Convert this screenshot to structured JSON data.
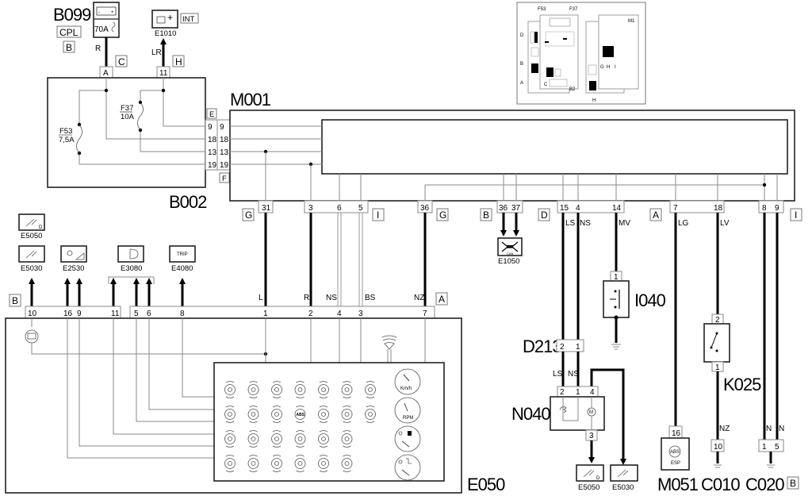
{
  "components": {
    "b099": {
      "id": "B099",
      "fuse": "70A"
    },
    "cpl": "CPL",
    "e1010": {
      "id": "E1010",
      "tag": "INT"
    },
    "b002": {
      "id": "B002",
      "f53": "F53",
      "f53_rating": "7,5A",
      "f37": "F37",
      "f37_rating": "10A"
    },
    "m001": {
      "id": "M001"
    },
    "e050": {
      "id": "E050"
    },
    "e1050": {
      "id": "E1050",
      "caption": "CAN"
    },
    "i040": {
      "id": "I040"
    },
    "d213": {
      "id": "D213"
    },
    "n040": {
      "id": "N040"
    },
    "k025": {
      "id": "K025"
    },
    "m051": {
      "id": "M051",
      "badge": "ABS",
      "caption": "ESP"
    },
    "c010": {
      "id": "C010"
    },
    "c020": {
      "id": "C020"
    },
    "e5050_top": {
      "id": "E5050",
      "mark": "D"
    },
    "e5030_top": {
      "id": "E5030"
    },
    "e2530": {
      "id": "E2530"
    },
    "e3080": {
      "id": "E3080"
    },
    "e4080": {
      "id": "E4080",
      "mark": "TRIP"
    },
    "e5050_bot": {
      "id": "E5050",
      "mark": "D"
    },
    "e5030_bot": {
      "id": "E5030"
    }
  },
  "connector_tags": {
    "b099_b": "B",
    "c": "C",
    "h": "H",
    "e": "E",
    "f": "F",
    "g1": "G",
    "i1": "I",
    "g2": "G",
    "b2": "B",
    "d": "D",
    "a1": "A",
    "i2": "I",
    "b_e050": "B",
    "a_e050": "A",
    "c020_b": "B"
  },
  "pins": {
    "b099_a": "A",
    "e1010_11": "11",
    "b002_side": [
      "9",
      "18",
      "13",
      "19"
    ],
    "m001_side": [
      "9",
      "18",
      "13",
      "19"
    ],
    "m001_bottom": [
      "31",
      "3",
      "6",
      "5",
      "36",
      "36",
      "37",
      "15",
      "4",
      "14",
      "7",
      "18",
      "8",
      "9"
    ],
    "e050_top_left": [
      "10",
      "16",
      "9",
      "11"
    ],
    "e050_top_right": [
      "5",
      "6",
      "8",
      "1",
      "2",
      "4",
      "3",
      "7"
    ],
    "i040": "1",
    "d213": [
      "2",
      "1"
    ],
    "n040_top": [
      "2",
      "1",
      "4"
    ],
    "n040_bottom": "3",
    "k025_top": "2",
    "k025_bottom": "1",
    "m051": "16",
    "c010": "10",
    "c020": [
      "1",
      "5"
    ]
  },
  "wires": {
    "b099_r": "R",
    "e1010_lr": "LR",
    "l": "L",
    "r": "R",
    "ns": "NS",
    "bs": "BS",
    "nz": "NZ",
    "ls": "LS",
    "ns2": "NS",
    "mv": "MV",
    "lg": "LG",
    "lv": "LV",
    "d213_ls": "LS",
    "d213_ns": "NS",
    "k025_nz": "NZ",
    "c020_n1": "N",
    "c020_n2": "N"
  },
  "locator": {
    "labels": [
      "F53",
      "F37",
      "D",
      "B",
      "A",
      "C",
      "B2",
      "M1",
      "G",
      "H",
      "I",
      "H"
    ]
  },
  "cluster": {
    "gauges": [
      "Km/h",
      "RPM",
      "fuel",
      "temperature"
    ],
    "warning_lamps": [
      "brake-warning",
      "oil-pressure",
      "hazard",
      "door-open",
      "lights",
      "preheat",
      "brake-pad",
      "coolant-level",
      "airbag",
      "trailer-hazard",
      "ABS",
      "battery",
      "oil-level",
      "esp",
      "rear-fog",
      "steering",
      "low-beam",
      "front-fog",
      "side-lights",
      "rear-screen-heat",
      "seat-heat",
      "turn-left",
      "turn-right",
      "fuel-cutoff",
      "door-ajar",
      "seatbelt"
    ]
  }
}
